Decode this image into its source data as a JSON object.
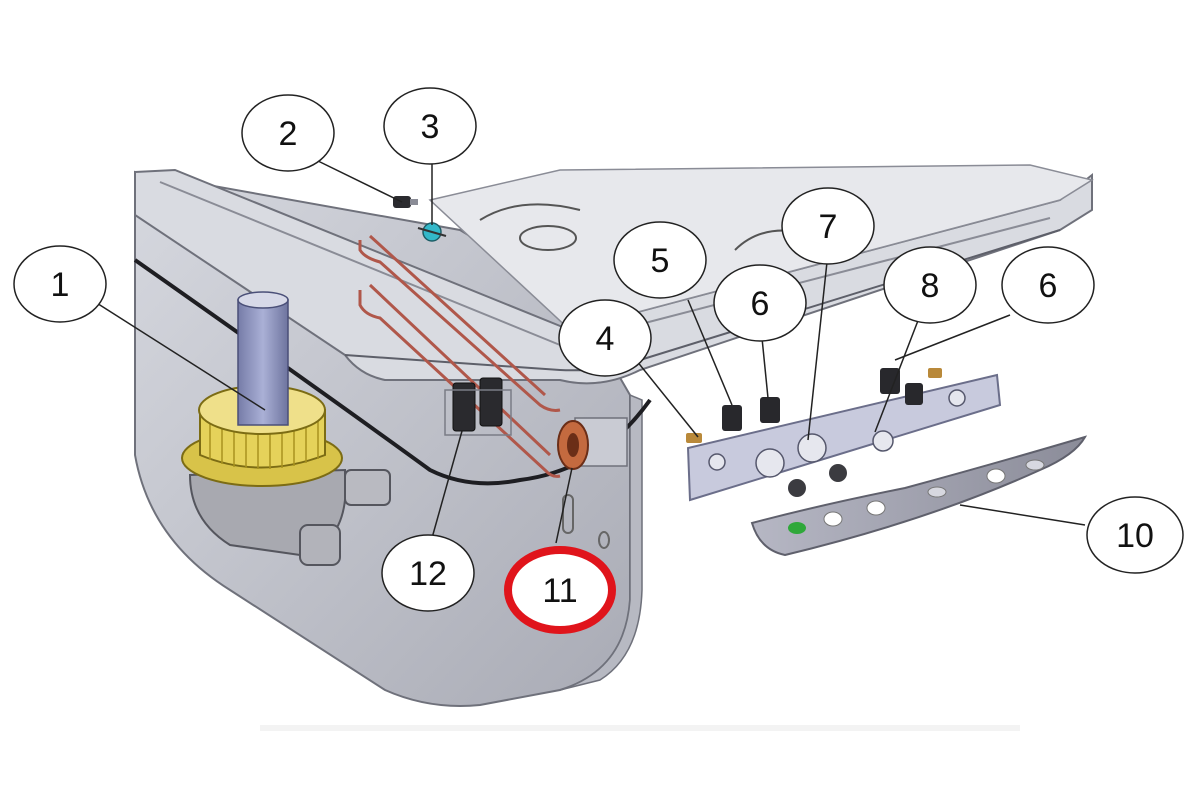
{
  "callouts": [
    {
      "id": "c1",
      "label": "1"
    },
    {
      "id": "c2",
      "label": "2"
    },
    {
      "id": "c3",
      "label": "3"
    },
    {
      "id": "c4",
      "label": "4"
    },
    {
      "id": "c5",
      "label": "5"
    },
    {
      "id": "c6a",
      "label": "6"
    },
    {
      "id": "c7",
      "label": "7"
    },
    {
      "id": "c8",
      "label": "8"
    },
    {
      "id": "c6b",
      "label": "6"
    },
    {
      "id": "c10",
      "label": "10"
    },
    {
      "id": "c11",
      "label": "11",
      "highlight": true
    },
    {
      "id": "c12",
      "label": "12"
    }
  ],
  "colors": {
    "tub": "#c9cbd3",
    "tub_dark": "#9a9ca6",
    "rim": "#dcdee4",
    "filter_yellow": "#e3cf52",
    "pipe_blue": "#8f95bf",
    "heater_copper": "#b0574a",
    "panel_lilac": "#c3c5da",
    "highlight": "#e0141b",
    "led_green": "#2fa83a"
  },
  "icons": [
    "drain-filter-icon",
    "heating-element-icon",
    "control-panel-icon"
  ]
}
